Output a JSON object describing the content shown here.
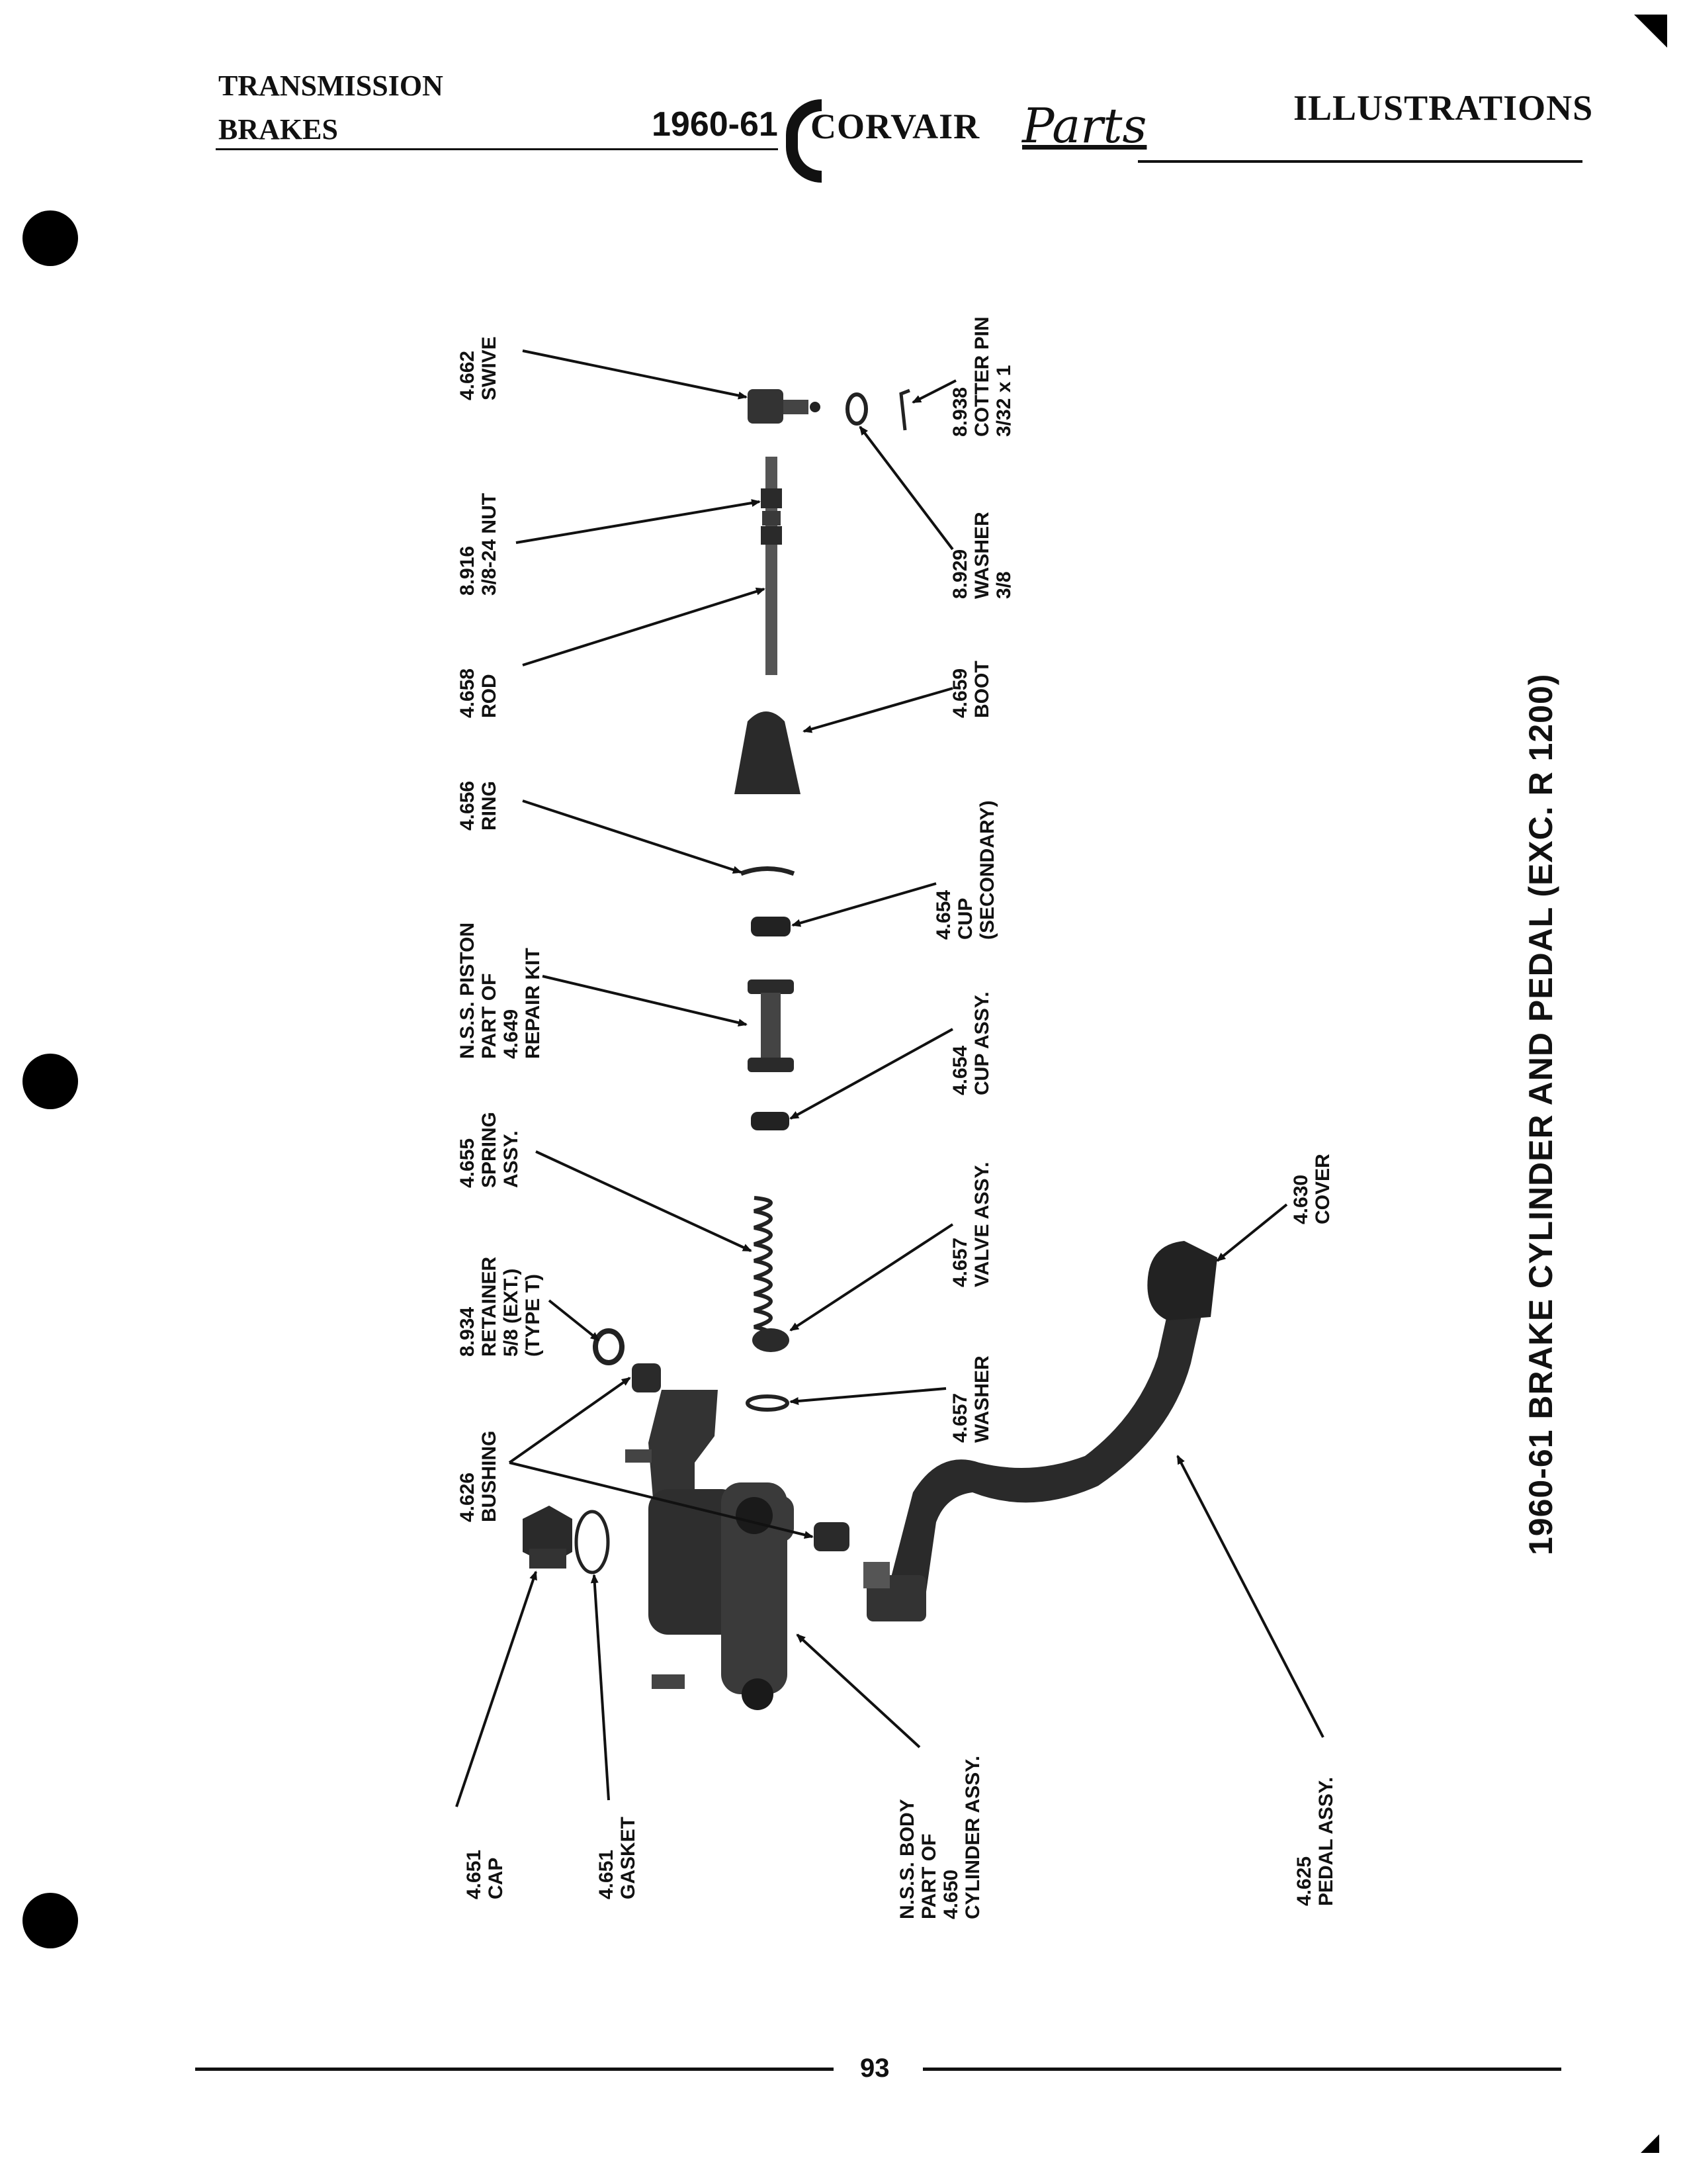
{
  "header": {
    "section_line1": "TRANSMISSION",
    "section_line2": "BRAKES",
    "year": "1960-61",
    "brand": "CORVAIR",
    "brand_script": "Parts",
    "right_title": "ILLUSTRATIONS"
  },
  "figure": {
    "caption": "1960-61 BRAKE CYLINDER AND PEDAL (EXC. R 1200)"
  },
  "callouts": {
    "swivel": [
      "4.662",
      "SWIVE"
    ],
    "nut": [
      "8.916",
      "3/8-24 NUT"
    ],
    "rod": [
      "4.658",
      "ROD"
    ],
    "ring": [
      "4.656",
      "RING"
    ],
    "piston": [
      "N.S.S. PISTON",
      "PART OF",
      "4.649",
      "REPAIR KIT"
    ],
    "spring": [
      "4.655",
      "SPRING",
      "ASSY."
    ],
    "retainer": [
      "8.934",
      "RETAINER",
      "5/8 (EXT.)",
      "(TYPE T)"
    ],
    "bushing": [
      "4.626",
      "BUSHING"
    ],
    "cap": [
      "4.651",
      "CAP"
    ],
    "gasket": [
      "4.651",
      "GASKET"
    ],
    "body": [
      "N.S.S. BODY",
      "PART OF",
      "4.650",
      "CYLINDER ASSY."
    ],
    "pedal": [
      "4.625",
      "PEDAL ASSY."
    ],
    "cotter_pin": [
      "8.938",
      "COTTER PIN",
      "3/32 x 1"
    ],
    "washer_rod": [
      "8.929",
      "WASHER",
      "3/8"
    ],
    "boot": [
      "4.659",
      "BOOT"
    ],
    "cup_secondary": [
      "4.654",
      "CUP",
      "(SECONDARY)"
    ],
    "cup_assy": [
      "4.654",
      "CUP ASSY."
    ],
    "valve": [
      "4.657",
      "VALVE ASSY."
    ],
    "washer_valve": [
      "4.657",
      "WASHER"
    ],
    "cover": [
      "4.630",
      "COVER"
    ]
  },
  "footer": {
    "page_number": "93"
  }
}
